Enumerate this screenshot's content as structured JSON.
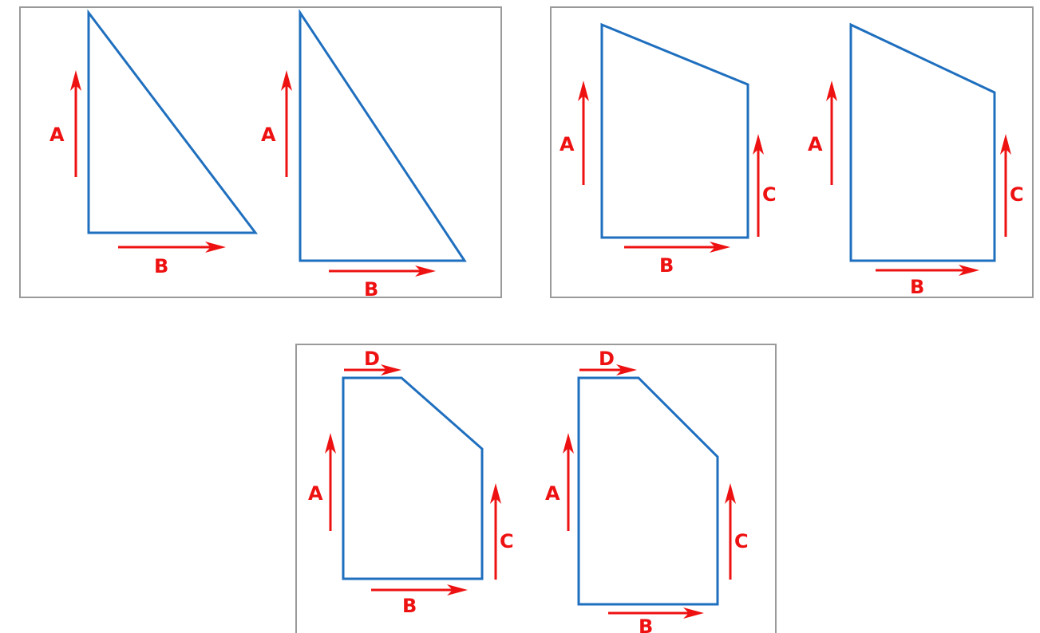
{
  "colors": {
    "shape_stroke": "#1f6fbf",
    "arrow": "#ee1111",
    "panel_border": "#9a9a9a"
  },
  "labels": {
    "a": "A",
    "b": "B",
    "c": "C",
    "d": "D"
  }
}
